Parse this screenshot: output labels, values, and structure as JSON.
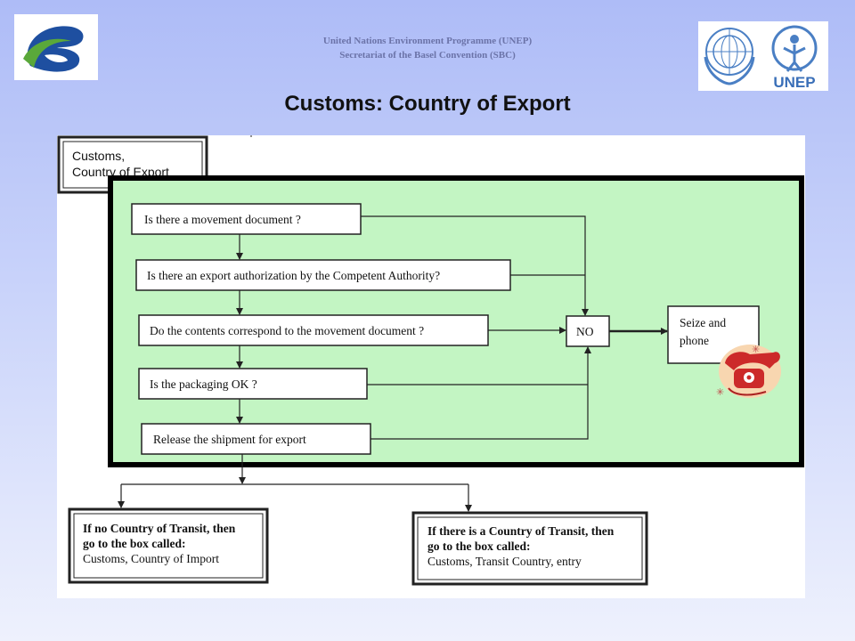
{
  "header": {
    "org_line1": "United Nations Environment Programme (UNEP)",
    "org_line2": "Secretariat of the Basel Convention (SBC)",
    "title": "Customs: Country of Export",
    "unep_logo_text": "UNEP"
  },
  "diagram": {
    "corner_label_line1": "Customs,",
    "corner_label_line2": "Country of Export",
    "questions": [
      "Is there a movement document ?",
      "Is there an export authorization by the Competent Authority?",
      "Do the contents correspond to the movement document ?",
      "Is the packaging OK ?",
      "Release the shipment for export"
    ],
    "no_label": "NO",
    "action_line1": "Seize and",
    "action_line2": "phone",
    "left_box_line1": "If no Country of Transit, then",
    "left_box_line2": "go to the box called:",
    "left_box_line3": "Customs, Country of Import",
    "right_box_line1": "If there is a Country of Transit, then",
    "right_box_line2": "go to the box called:",
    "right_box_line3": "Customs, Transit Country, entry"
  },
  "colors": {
    "flow_area_fill": "#c3f5c3",
    "title_color": "#111111",
    "header_text": "#6b73a8"
  },
  "icons": [
    "basel-convention-logo-icon",
    "un-emblem-icon",
    "unep-logo-icon",
    "telephone-icon"
  ]
}
